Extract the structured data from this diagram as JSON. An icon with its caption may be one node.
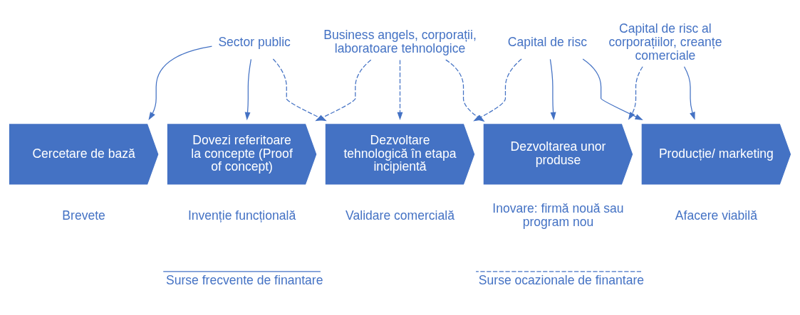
{
  "diagram": {
    "nodes": [
      {
        "text": [
          "Sector public"
        ]
      },
      {
        "text": [
          "Business angels, corporații, laboratoare tehnologice"
        ]
      },
      {
        "text": [
          "Capital de risc"
        ]
      },
      {
        "text": [
          "Capital de risc al corporațiilor, creanțe comerciale"
        ]
      },
      {
        "text": [
          "Cercetare de bază"
        ],
        "beside": [
          "Brevete"
        ]
      },
      {
        "text": [
          "Dovezi referitoare la concepte (Proof of concept)"
        ],
        "beside": [
          "Invenție funcțională"
        ]
      },
      {
        "text": [
          "Dezvoltare tehnologică în etapa incipientă"
        ],
        "beside": [
          "Validare comercială"
        ]
      },
      {
        "text": [
          "Dezvoltarea unor produse"
        ],
        "beside": [
          "Inovare: firmă nouă sau program nou"
        ]
      },
      {
        "text": [
          "Producție/ marketing"
        ],
        "beside": [
          "Afacere viabilă"
        ]
      }
    ],
    "edges": [
      {
        "from": 0,
        "to": 4,
        "arrow": "to"
      },
      {
        "from": 0,
        "to": 5,
        "arrow": "to"
      },
      {
        "from": 0,
        "to": 6,
        "arrow": "to",
        "style": "dashed"
      },
      {
        "from": 1,
        "to": 5,
        "arrow": "to",
        "style": "dashed"
      },
      {
        "from": 1,
        "to": 6,
        "arrow": "to",
        "style": "dashed"
      },
      {
        "from": 1,
        "to": 7,
        "arrow": "to",
        "style": "dashed"
      },
      {
        "from": 2,
        "to": 6,
        "arrow": "to",
        "style": "dashed"
      },
      {
        "from": 2,
        "to": 7,
        "arrow": "to"
      },
      {
        "from": 2,
        "to": 8,
        "arrow": "to"
      },
      {
        "from": 3,
        "to": 7,
        "arrow": "to",
        "style": "dashed"
      },
      {
        "from": 3,
        "to": 8,
        "arrow": "to"
      }
    ],
    "legend": [
      {
        "text": "Surse frecvente de finantare"
      },
      {
        "text": "Surse ocazionale de finantare"
      }
    ]
  }
}
